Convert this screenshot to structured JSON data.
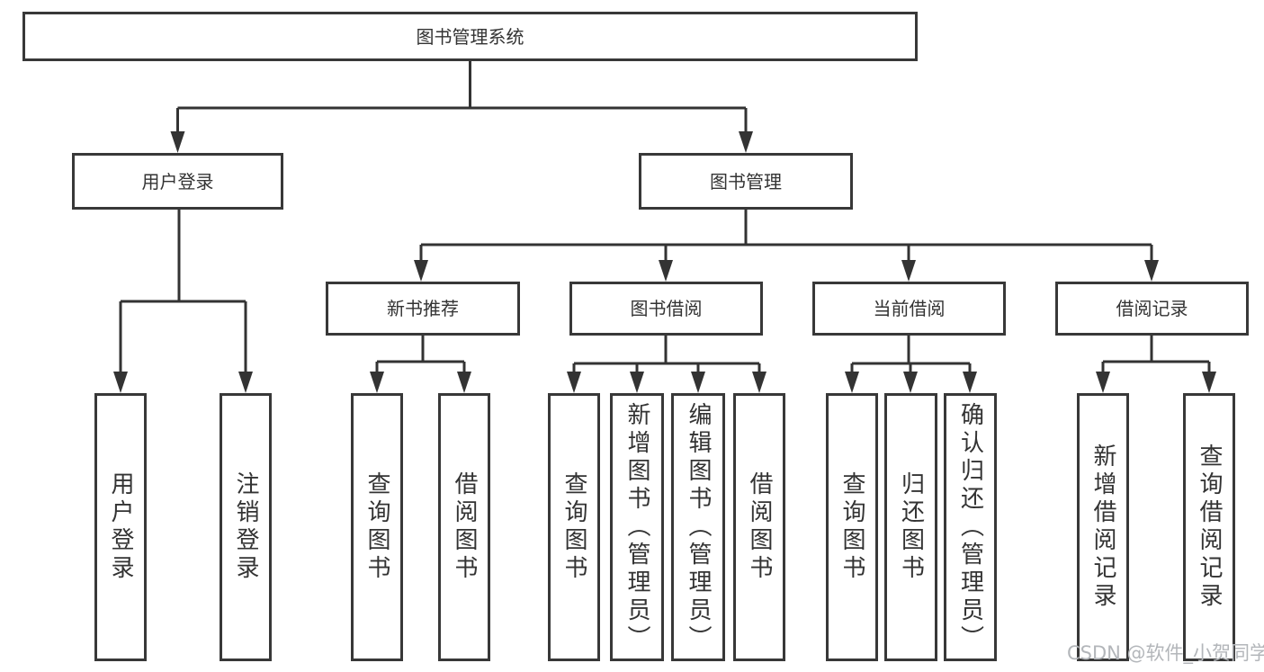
{
  "diagram": {
    "root": {
      "label": "图书管理系统"
    },
    "level2": [
      {
        "id": "user-login",
        "label": "用户登录"
      },
      {
        "id": "book-management",
        "label": "图书管理"
      }
    ],
    "level3": [
      {
        "id": "new-book-recommend",
        "label": "新书推荐"
      },
      {
        "id": "book-borrowing",
        "label": "图书借阅"
      },
      {
        "id": "current-borrowing",
        "label": "当前借阅"
      },
      {
        "id": "borrowing-records",
        "label": "借阅记录"
      }
    ],
    "leaves": [
      {
        "id": "user-login",
        "label": "用户登录"
      },
      {
        "id": "logout",
        "label": "注销登录"
      },
      {
        "id": "query-books-recommend",
        "label": "查询图书"
      },
      {
        "id": "borrow-books-recommend",
        "label": "借阅图书"
      },
      {
        "id": "query-books-borrow",
        "label": "查询图书"
      },
      {
        "id": "add-books-admin",
        "label": "新增图书（管理员）"
      },
      {
        "id": "edit-books-admin",
        "label": "编辑图书（管理员）"
      },
      {
        "id": "borrow-books-borrow",
        "label": "借阅图书"
      },
      {
        "id": "query-books-current",
        "label": "查询图书"
      },
      {
        "id": "return-books",
        "label": "归还图书"
      },
      {
        "id": "confirm-return-admin",
        "label": "确认归还（管理员）"
      },
      {
        "id": "add-borrow-record",
        "label": "新增借阅记录"
      },
      {
        "id": "query-borrow-record",
        "label": "查询借阅记录"
      }
    ]
  },
  "watermark": {
    "text": "CSDN @软件_小贺同学"
  },
  "colors": {
    "line": "#333333",
    "box_border": "#383838",
    "text": "#333333",
    "watermark": "#b3b6ba",
    "background": "#ffffff"
  }
}
